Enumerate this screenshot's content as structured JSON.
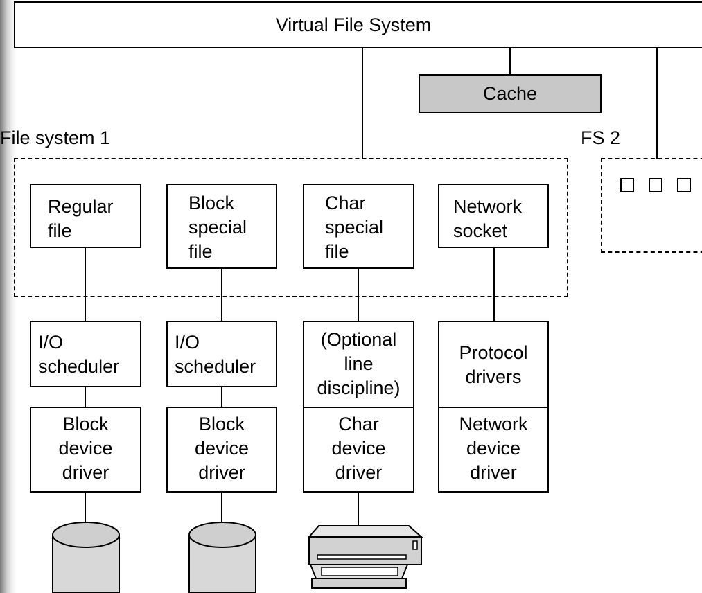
{
  "vfs": {
    "label": "Virtual File System"
  },
  "cache": {
    "label": "Cache"
  },
  "fs1": {
    "label": "File system 1"
  },
  "fs2": {
    "label": "FS 2"
  },
  "file_types": [
    {
      "label": "Regular\nfile"
    },
    {
      "label": "Block\nspecial\nfile"
    },
    {
      "label": "Char\nspecial\nfile"
    },
    {
      "label": "Network\nsocket"
    }
  ],
  "middle_layer": [
    {
      "label": "I/O\nscheduler"
    },
    {
      "label": "I/O\nscheduler"
    },
    {
      "label": "(Optional\nline\ndiscipline)"
    },
    {
      "label": "Protocol\ndrivers"
    }
  ],
  "drivers": [
    {
      "label": "Block\ndevice\ndriver"
    },
    {
      "label": "Block\ndevice\ndriver"
    },
    {
      "label": "Char\ndevice\ndriver"
    },
    {
      "label": "Network\ndevice\ndriver"
    }
  ],
  "devices": [
    {
      "icon": "disk-icon"
    },
    {
      "icon": "disk-icon"
    },
    {
      "icon": "printer-icon"
    }
  ]
}
